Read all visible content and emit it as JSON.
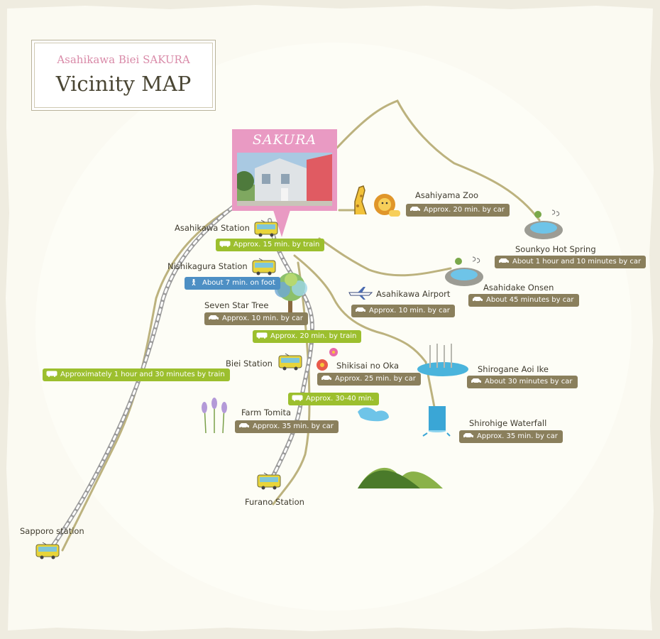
{
  "title": {
    "subtitle": "Asahikawa Biei SAKURA",
    "main": "Vicinity MAP"
  },
  "sakura": {
    "label": "SAKURA"
  },
  "colors": {
    "car_pill": "#8a7f5c",
    "train_pill": "#9cbf2e",
    "foot_pill": "#4d8fc4",
    "sakura_pink": "#e99ac3",
    "route_line": "#bcb27e",
    "rail": "#9a9a9a"
  },
  "places": {
    "asahikawa_station": "Asahikawa Station",
    "nishikagura_station": "Nishikagura Station",
    "seven_star_tree": "Seven Star Tree",
    "biei_station": "Biei Station",
    "farm_tomita": "Farm Tomita",
    "furano_station": "Furano Station",
    "sapporo_station": "Sapporo station",
    "asahiyama_zoo": "Asahiyama Zoo",
    "sounkyo": "Sounkyo Hot Spring",
    "asahidake": "Asahidake Onsen",
    "asahikawa_airport": "Asahikawa Airport",
    "shikisai": "Shikisai no Oka",
    "shirogane": "Shirogane Aoi Ike",
    "shirohige": "Shirohige Waterfall"
  },
  "times": {
    "asahikawa_train": "Approx. 15 min. by train",
    "nishikagura_foot": "About 7 min. on foot",
    "seven_star_car": "Approx. 10 min. by car",
    "biei_train": "Approx. 20 min. by train",
    "sapporo_train": "Approximately 1 hour and 30 minutes by train",
    "shikisai_car": "Approx. 25 min. by car",
    "approx_30_40": "Approx. 30-40 min.",
    "farm_tomita_car": "Approx. 35 min. by car",
    "zoo_car": "Approx. 20 min. by car",
    "sounkyo_car": "About 1 hour and 10 minutes by car",
    "asahidake_car": "About 45 minutes by car",
    "airport_car": "Approx. 10 min. by car",
    "shirogane_car": "About 30 minutes by car",
    "shirohige_car": "Approx. 35 min. by car"
  }
}
